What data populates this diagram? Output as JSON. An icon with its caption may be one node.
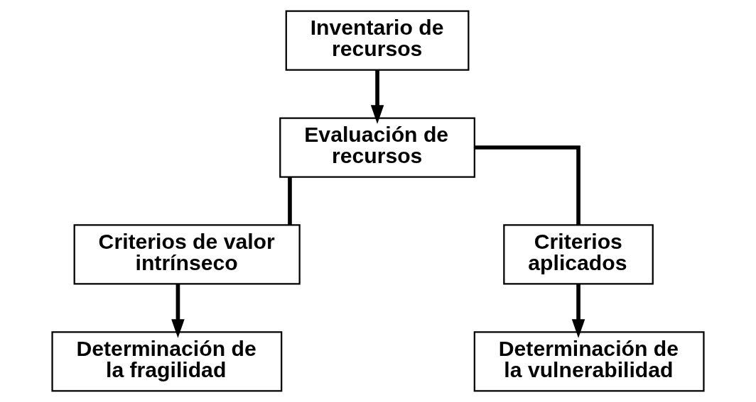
{
  "diagram": {
    "nodes": [
      {
        "text": [
          "Inventario de recursos"
        ]
      },
      {
        "text": [
          "Evaluación de recursos"
        ]
      },
      {
        "text": [
          "Criterios de valor intrínseco"
        ]
      },
      {
        "text": [
          "Criterios aplicados"
        ]
      },
      {
        "text": [
          "Determinación de la fragilidad"
        ]
      },
      {
        "text": [
          "Determinación de la vulnerabilidad"
        ]
      }
    ],
    "edges": [
      {
        "from": 0,
        "to": 1,
        "arrow": "to"
      },
      {
        "from": 1,
        "to": 2,
        "arrow": "none"
      },
      {
        "from": 1,
        "to": 3,
        "arrow": "none"
      },
      {
        "from": 2,
        "to": 4,
        "arrow": "to"
      },
      {
        "from": 3,
        "to": 5,
        "arrow": "to"
      }
    ]
  }
}
